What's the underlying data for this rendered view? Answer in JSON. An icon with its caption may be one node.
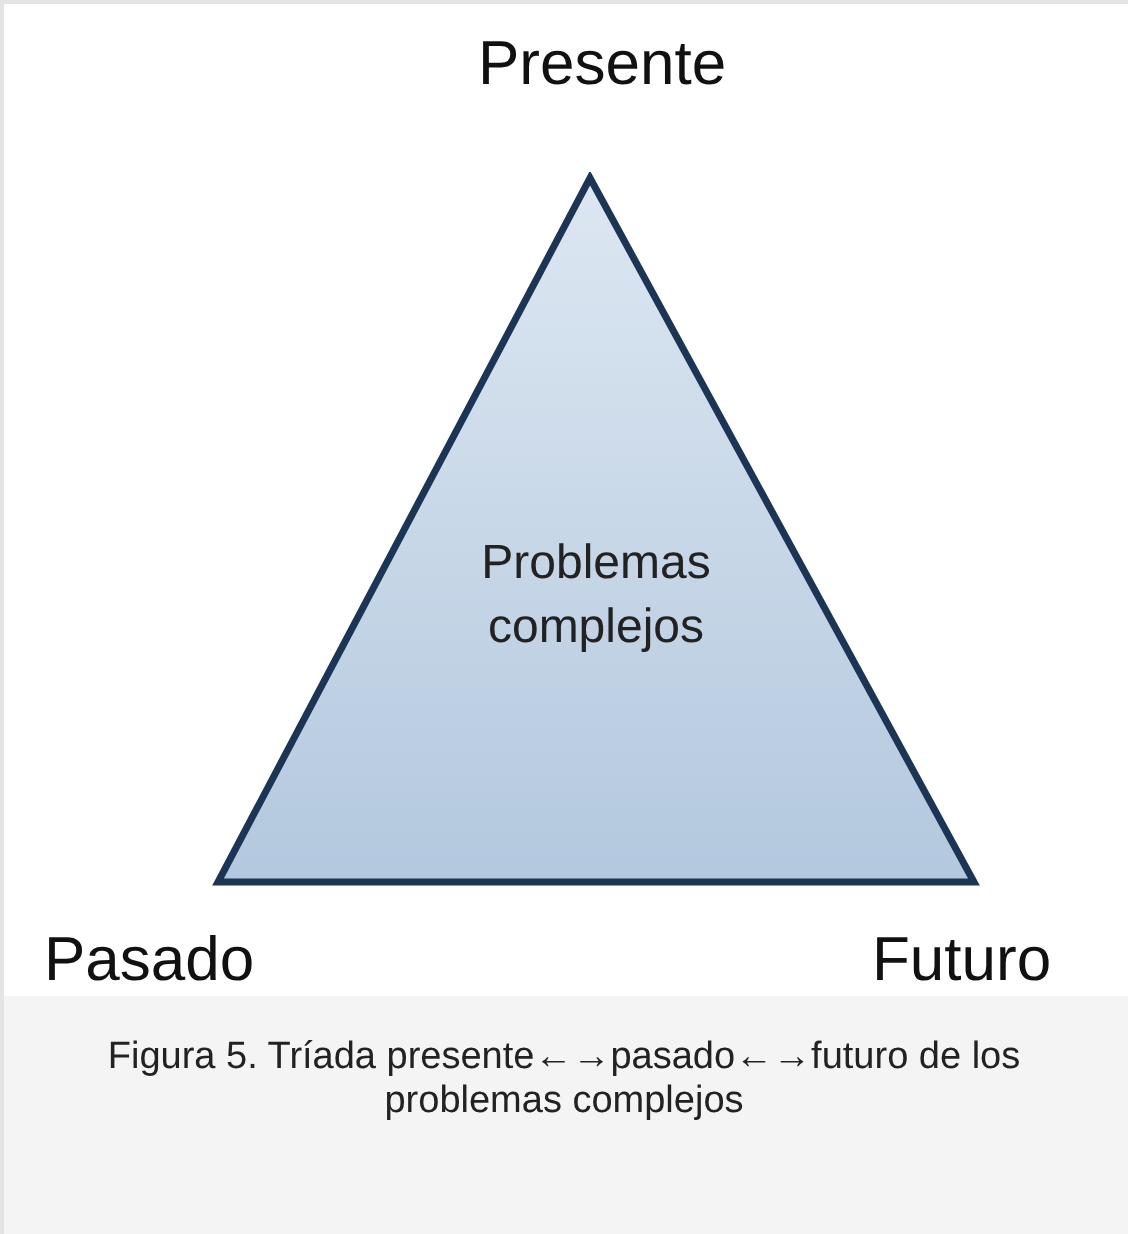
{
  "diagram": {
    "caption": "Figura 5. Tríada presente←→pasado←→futuro de los problemas complejos",
    "nodes": [
      {
        "text": [
          "Problemas complejos"
        ]
      }
    ],
    "labels": [
      "Presente",
      "Pasado",
      "Futuro"
    ]
  }
}
